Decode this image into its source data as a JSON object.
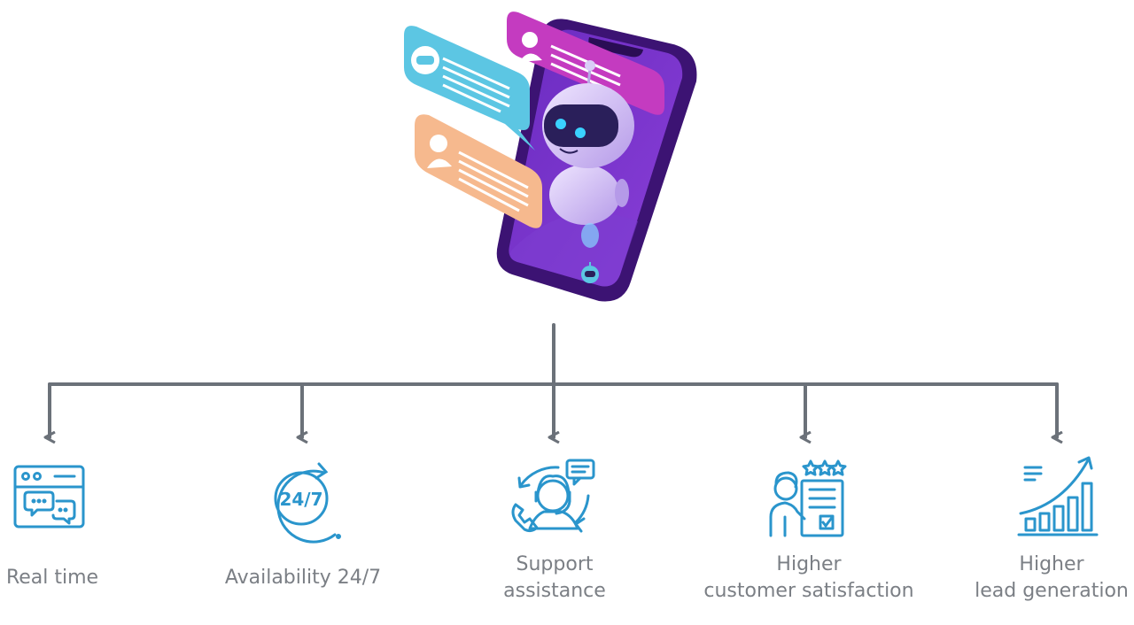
{
  "colors": {
    "connector": "#6b7179",
    "icon": "#2a95cc",
    "label": "#7b7f85",
    "phone_body": "#4a1a8a",
    "bubble_cyan": "#5cc6e3",
    "bubble_magenta": "#c43bc0",
    "bubble_peach": "#f6b98e",
    "robot": "#c9b8f2"
  },
  "hero": {
    "icon": "chatbot-phone-illustration"
  },
  "benefits": [
    {
      "icon": "browser-chat-icon",
      "lines": [
        "Real time"
      ]
    },
    {
      "icon": "clock-24-7-icon",
      "lines": [
        "Availability 24/7"
      ]
    },
    {
      "icon": "support-agent-icon",
      "lines": [
        "Support",
        "assistance"
      ]
    },
    {
      "icon": "customer-rating-icon",
      "lines": [
        "Higher",
        "customer satisfaction"
      ]
    },
    {
      "icon": "growth-chart-icon",
      "lines": [
        "Higher",
        "lead generation"
      ]
    }
  ]
}
